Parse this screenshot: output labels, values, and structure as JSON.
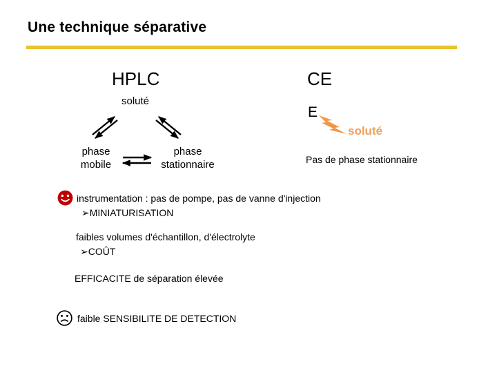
{
  "slide": {
    "title": "Une technique séparative"
  },
  "hplc": {
    "heading": "HPLC",
    "solute_label": "soluté",
    "phase_mobile": "phase\nmobile",
    "phase_stationnaire": "phase\nstationnaire"
  },
  "ce": {
    "heading": "CE",
    "field_label": "E",
    "solute_label": "soluté",
    "no_stationary_phase": "Pas de phase stationnaire"
  },
  "advantages": {
    "line1": "instrumentation : pas de pompe, pas de vanne d'injection",
    "bullet_glyph": "➢",
    "line2": "MINIATURISATION",
    "line3": "faibles volumes d'échantillon, d'électrolyte",
    "line4": "COÛT",
    "line5": "EFFICACITE de séparation élevée"
  },
  "drawback": {
    "line": "faible SENSIBILITE DE DETECTION"
  },
  "colors": {
    "accent_line": "#E9C42E",
    "happy_face": "#C00000",
    "lightning_bolt": "#EF9648",
    "solute_orange": "#EFA05A",
    "text": "#000000"
  }
}
